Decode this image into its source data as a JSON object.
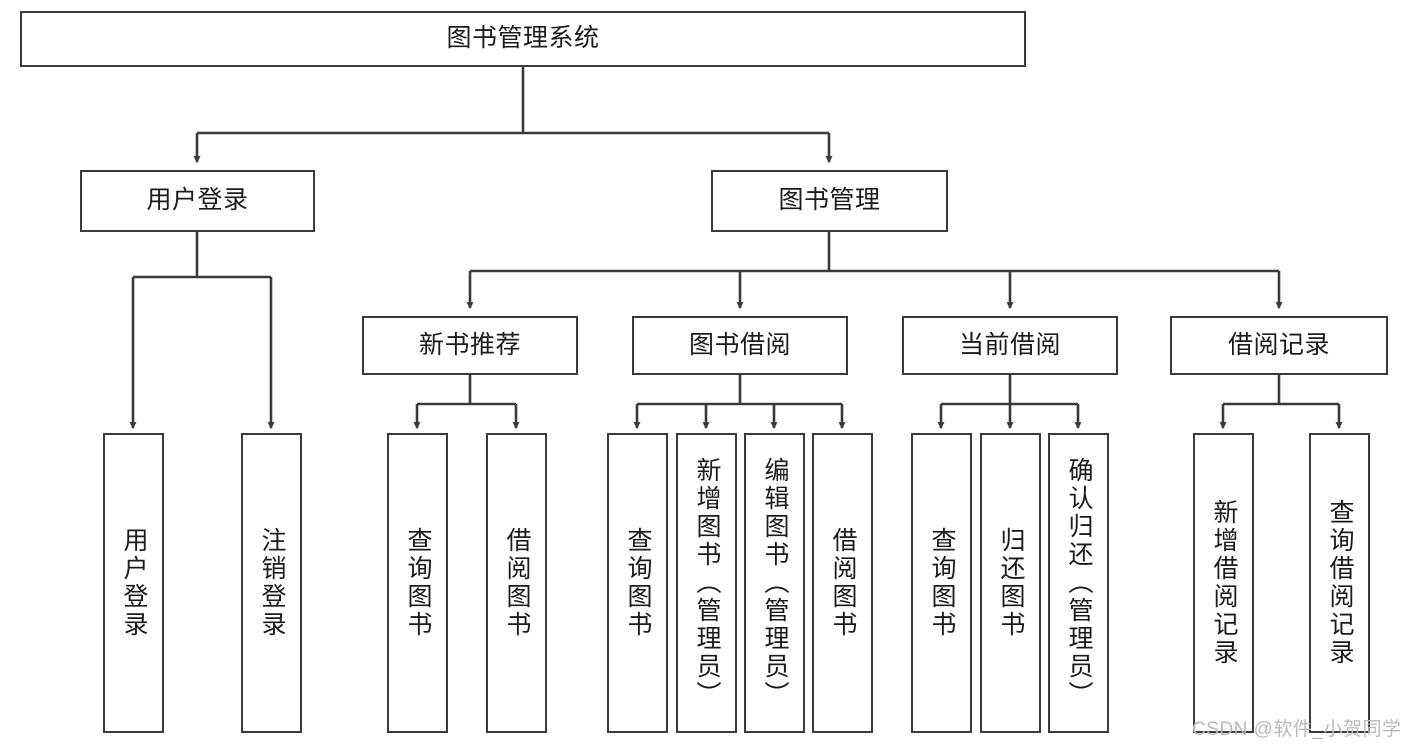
{
  "diagram": {
    "type": "tree",
    "title": "图书管理系统",
    "style": {
      "box_border_color": "#3a3a3a",
      "box_fill": "#ffffff",
      "edge_color": "#3a3a3a",
      "background": "#ffffff",
      "text_color": "#1b1b1b"
    },
    "nodes": {
      "root": {
        "label": "图书管理系统",
        "level": 1,
        "orientation": "horizontal"
      },
      "l2": [
        {
          "id": "user-login",
          "label": "用户登录",
          "level": 2,
          "orientation": "horizontal"
        },
        {
          "id": "book-management",
          "label": "图书管理",
          "level": 2,
          "orientation": "horizontal"
        }
      ],
      "l3": [
        {
          "id": "new-book-recommend",
          "label": "新书推荐",
          "level": 3,
          "orientation": "horizontal",
          "parent": "book-management"
        },
        {
          "id": "book-borrow",
          "label": "图书借阅",
          "level": 3,
          "orientation": "horizontal",
          "parent": "book-management"
        },
        {
          "id": "current-borrow",
          "label": "当前借阅",
          "level": 3,
          "orientation": "horizontal",
          "parent": "book-management"
        },
        {
          "id": "borrow-record",
          "label": "借阅记录",
          "level": 3,
          "orientation": "horizontal",
          "parent": "book-management"
        }
      ],
      "leaves": [
        {
          "id": "leaf-user-login",
          "label": "用户登录",
          "parent": "user-login"
        },
        {
          "id": "leaf-logout-login",
          "label": "注销登录",
          "parent": "user-login"
        },
        {
          "id": "leaf-query-book-rec",
          "label": "查询图书",
          "parent": "new-book-recommend"
        },
        {
          "id": "leaf-borrow-book-rec",
          "label": "借阅图书",
          "parent": "new-book-recommend"
        },
        {
          "id": "leaf-query-book-borrow",
          "label": "查询图书",
          "parent": "book-borrow"
        },
        {
          "id": "leaf-add-book-admin",
          "label": "新增图书（管理员）",
          "parent": "book-borrow"
        },
        {
          "id": "leaf-edit-book-admin",
          "label": "编辑图书（管理员）",
          "parent": "book-borrow"
        },
        {
          "id": "leaf-borrow-book",
          "label": "借阅图书",
          "parent": "book-borrow"
        },
        {
          "id": "leaf-query-book-current",
          "label": "查询图书",
          "parent": "current-borrow"
        },
        {
          "id": "leaf-return-book",
          "label": "归还图书",
          "parent": "current-borrow"
        },
        {
          "id": "leaf-confirm-return-admin",
          "label": "确认归还（管理员）",
          "parent": "current-borrow"
        },
        {
          "id": "leaf-add-borrow-record",
          "label": "新增借阅记录",
          "parent": "borrow-record"
        },
        {
          "id": "leaf-query-borrow-record",
          "label": "查询借阅记录",
          "parent": "borrow-record"
        }
      ]
    }
  },
  "watermark": {
    "text": "CSDN @软件_小贺同学"
  }
}
